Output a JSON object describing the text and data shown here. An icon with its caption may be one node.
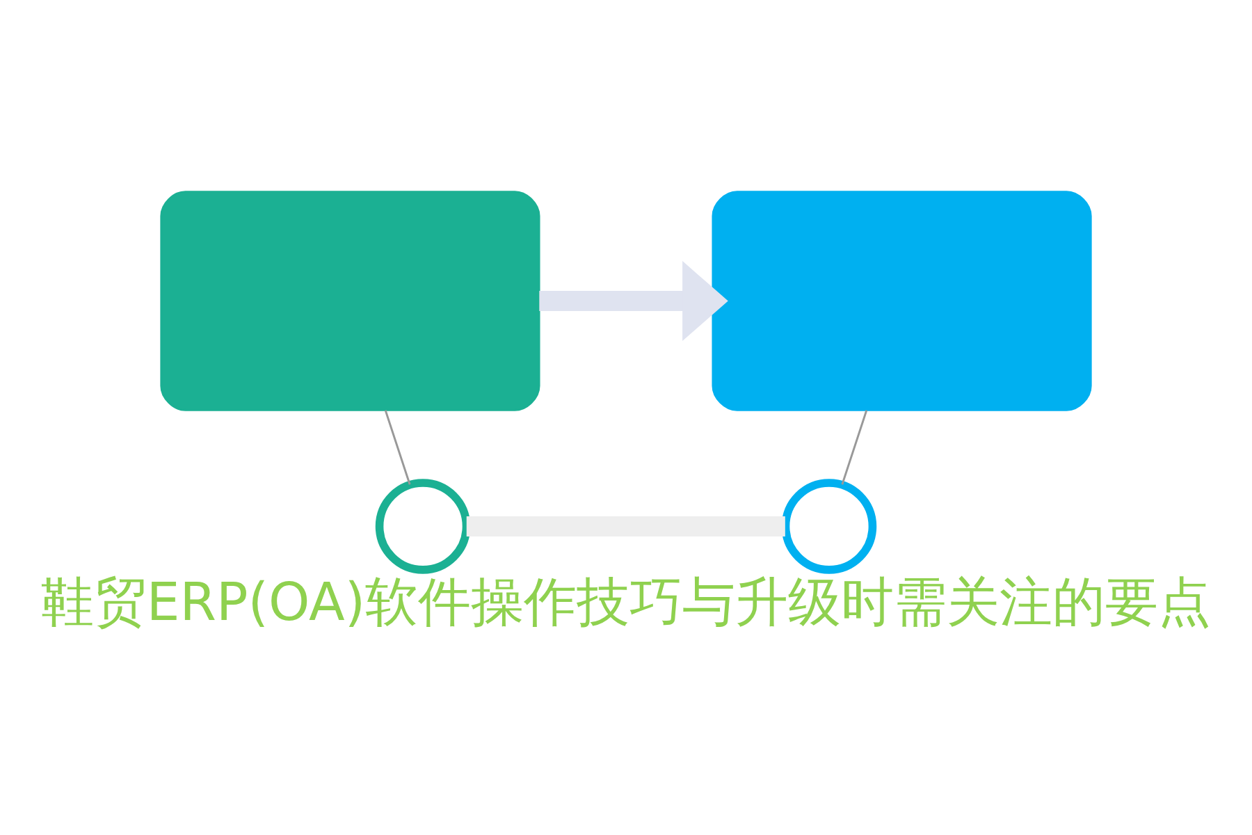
{
  "diagram": {
    "title": "鞋贸ERP(OA)软件操作技巧与升级时需关注的要点",
    "nodes": [
      {
        "text": [],
        "shape": "box"
      },
      {
        "text": [],
        "shape": "box"
      },
      {
        "text": [],
        "shape": "circle"
      },
      {
        "text": [],
        "shape": "circle"
      }
    ],
    "edges": [
      {
        "from": 0,
        "to": 1,
        "arrow": "to",
        "style": "thick",
        "color": "#dfe3f0"
      },
      {
        "from": 0,
        "to": 2,
        "arrow": "none"
      },
      {
        "from": 1,
        "to": 3,
        "arrow": "none"
      },
      {
        "from": 2,
        "to": 3,
        "arrow": "none",
        "style": "thick",
        "color": "#eeeeee"
      }
    ]
  }
}
